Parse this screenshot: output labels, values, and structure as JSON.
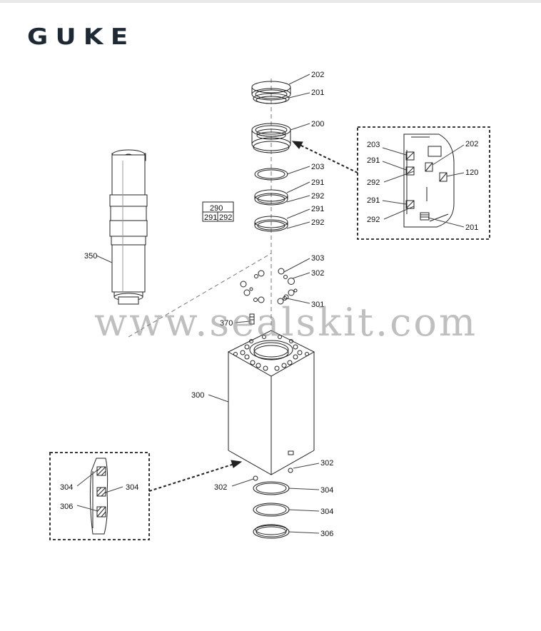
{
  "brand": {
    "logo_text": "GUKE"
  },
  "watermark": "www.sealskit.com",
  "labels": {
    "l202": "202",
    "l201": "201",
    "l200": "200",
    "l203": "203",
    "l291a": "291",
    "l292a": "292",
    "l291b": "291",
    "l292b": "292",
    "l303": "303",
    "l302a": "302",
    "l301": "301",
    "l370": "370",
    "l350": "350",
    "l300": "300",
    "l302b": "302",
    "l302c": "302",
    "l304a": "304",
    "l304b": "304",
    "l306": "306"
  },
  "kit_box": {
    "top": "290",
    "left": "291",
    "right": "292"
  },
  "detail_upper": {
    "l203": "203",
    "l291a": "291",
    "l292a": "292",
    "l291b": "291",
    "l292b": "292",
    "l202": "202",
    "l120": "120",
    "l201": "201"
  },
  "detail_lower": {
    "l304a": "304",
    "l304b": "304",
    "l306": "306"
  }
}
